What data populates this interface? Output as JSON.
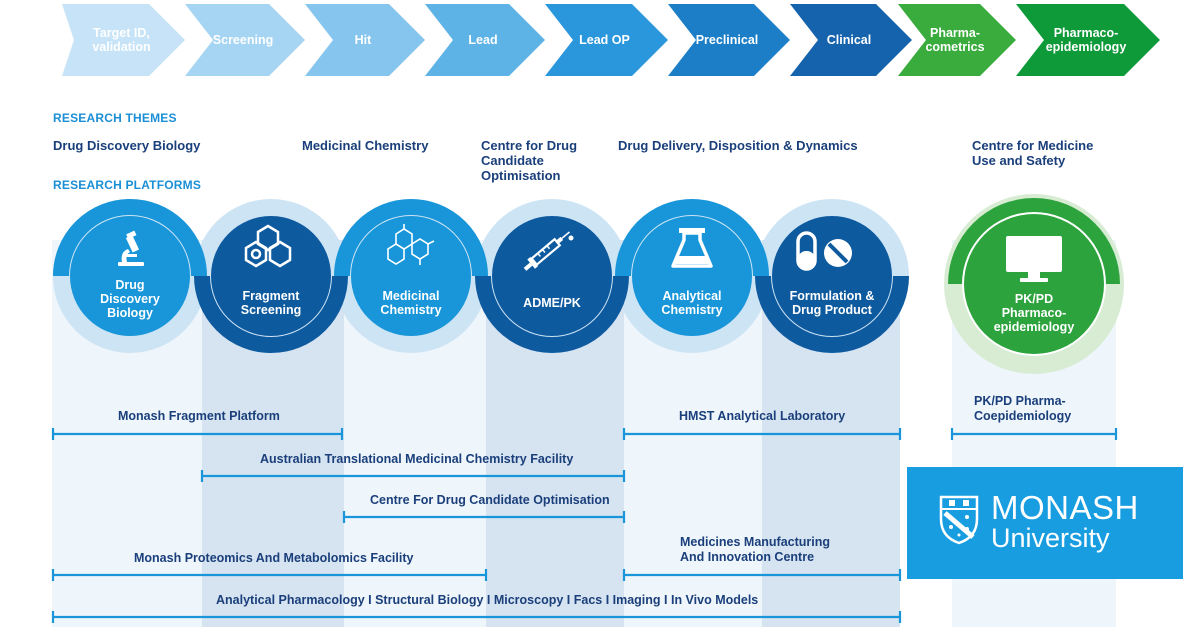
{
  "colors": {
    "arrow_fills": [
      "#c6e3f7",
      "#a6d5f3",
      "#86c6ee",
      "#5db2e6",
      "#2a97dc",
      "#1b7ec6",
      "#1562ad",
      "#3aac3e",
      "#0f9a3a"
    ],
    "dark_blue": "#0e5a9f",
    "mid_blue": "#1896d9",
    "light_blue": "#cde4f5",
    "pale_blue": "#e6f1fa",
    "green": "#2da33d",
    "light_green": "#d7ecd3",
    "text_navy": "#1a3f7a",
    "heading_blue": "#1b8fd6",
    "monash_blue": "#189de0"
  },
  "pipeline": [
    {
      "label": "Target ID,\nvalidation"
    },
    {
      "label": "Screening"
    },
    {
      "label": "Hit"
    },
    {
      "label": "Lead"
    },
    {
      "label": "Lead OP"
    },
    {
      "label": "Preclinical"
    },
    {
      "label": "Clinical"
    },
    {
      "label": "Pharma-\ncometrics"
    },
    {
      "label": "Pharmaco-\nepidemiology"
    }
  ],
  "headings": {
    "themes": "RESEARCH THEMES",
    "platforms": "RESEARCH PLATFORMS"
  },
  "themes": [
    {
      "text": "Drug Discovery Biology"
    },
    {
      "text": "Medicinal Chemistry"
    },
    {
      "text": "Centre for Drug\nCandidate\nOptimisation"
    },
    {
      "text": "Drug Delivery, Disposition & Dynamics"
    },
    {
      "text": "Centre for Medicine\nUse and Safety"
    }
  ],
  "platforms": [
    {
      "label": "Drug\nDiscovery\nBiology",
      "icon": "microscope-icon"
    },
    {
      "label": "Fragment\nScreening",
      "icon": "hexagons-icon"
    },
    {
      "label": "Medicinal\nChemistry",
      "icon": "molecule-icon"
    },
    {
      "label": "ADME/PK",
      "icon": "syringe-icon"
    },
    {
      "label": "Analytical\nChemistry",
      "icon": "flask-icon"
    },
    {
      "label": "Formulation &\nDrug Product",
      "icon": "pills-icon"
    },
    {
      "label": "PK/PD\nPharmaco-\nepidemiology",
      "icon": "monitor-icon"
    }
  ],
  "facilities": [
    {
      "label": "Monash Fragment Platform"
    },
    {
      "label": "HMST Analytical Laboratory"
    },
    {
      "label": "PK/PD Pharma-\nCoepidemiology"
    },
    {
      "label": "Australian Translational Medicinal Chemistry Facility"
    },
    {
      "label": "Centre For Drug Candidate Optimisation"
    },
    {
      "label": "Medicines Manufacturing\nAnd Innovation Centre"
    },
    {
      "label": "Monash Proteomics And Metabolomics Facility"
    },
    {
      "label": "Analytical Pharmacology I Structural Biology I Microscopy I Facs I Imaging I In Vivo Models"
    }
  ],
  "logo": {
    "name": "MONASH",
    "sub": "University",
    "crest_icon": "monash-crest-icon"
  }
}
